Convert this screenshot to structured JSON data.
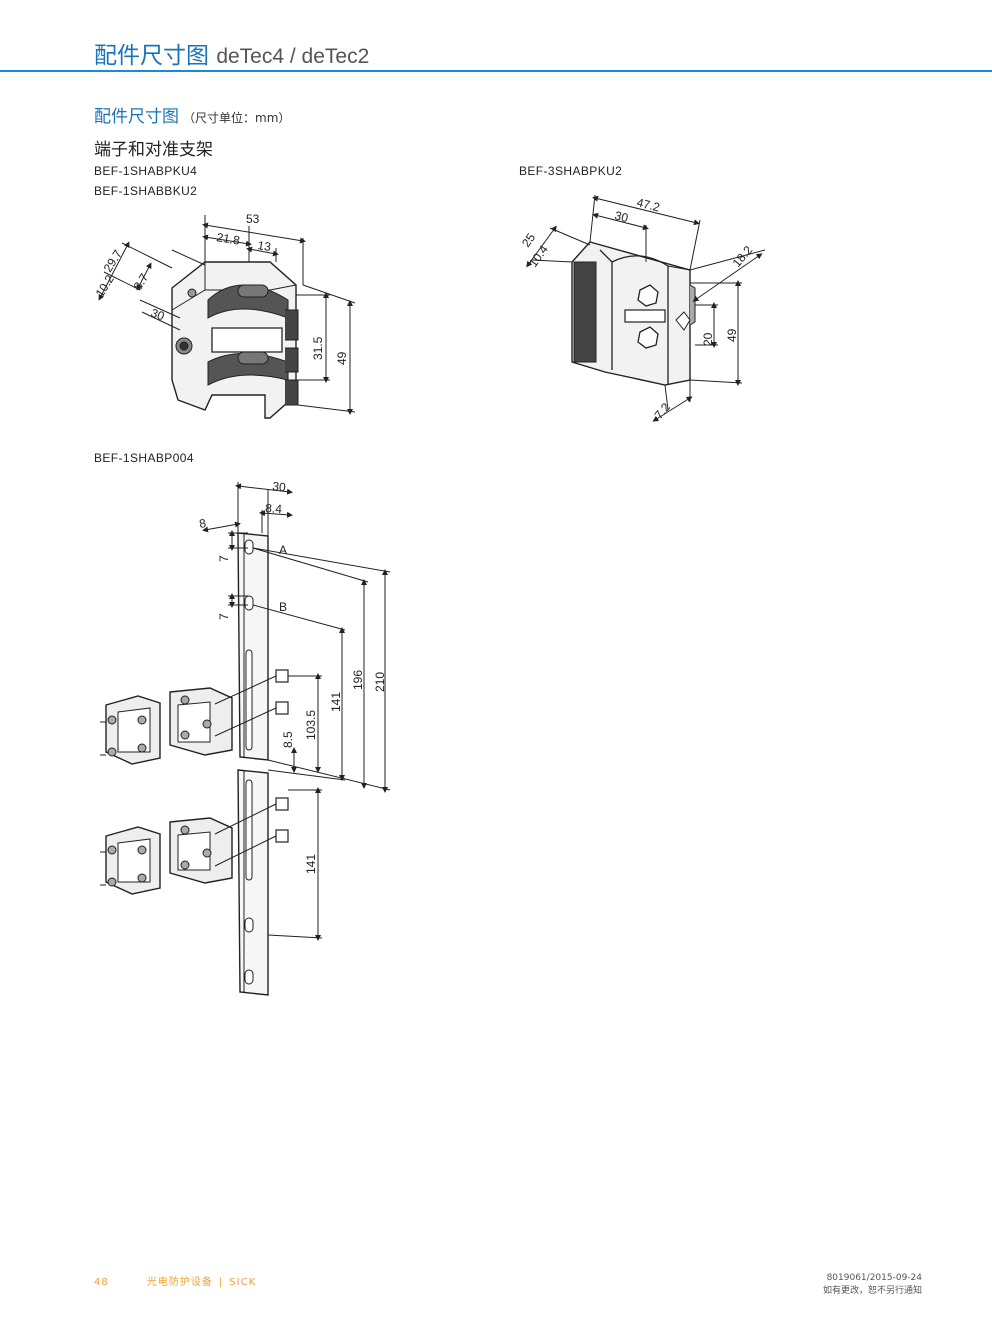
{
  "header": {
    "title": "配件尺寸图",
    "subtitle": "deTec4 / deTec2"
  },
  "section": {
    "title": "配件尺寸图",
    "unit": "（尺寸单位：mm）"
  },
  "subhead": "端子和对准支架",
  "parts": {
    "p1": "BEF-1SHABPKU4",
    "p2": "BEF-1SHABBKU2",
    "p3": "BEF-3SHABPKU2",
    "p4": "BEF-1SHABP004"
  },
  "dims": {
    "d53": "53",
    "d21_8": "21.8",
    "d13": "13",
    "d29_7": "29.7",
    "d10_2": "10.2",
    "d8_7": "8.7",
    "d30a": "30",
    "d31_5": "31.5",
    "d49a": "49",
    "d47_2": "47.2",
    "d30b": "30",
    "d25": "25",
    "d10_4": "10.4",
    "d18_2": "18.2",
    "d20": "20",
    "d49b": "49",
    "d7_2": "7.2",
    "d30c": "30",
    "d8_4": "8.4",
    "d8": "8",
    "d7a": "7",
    "d7b": "7",
    "lA": "A",
    "lB": "B",
    "d210": "210",
    "d196": "196",
    "d141a": "141",
    "d103_5": "103.5",
    "d8_5": "8.5",
    "d141b": "141"
  },
  "footer": {
    "page": "48",
    "category": "光电防护设备",
    "brand": "SICK",
    "doc": "8019061/2015-09-24",
    "notice": "如有更改，恕不另行通知"
  }
}
